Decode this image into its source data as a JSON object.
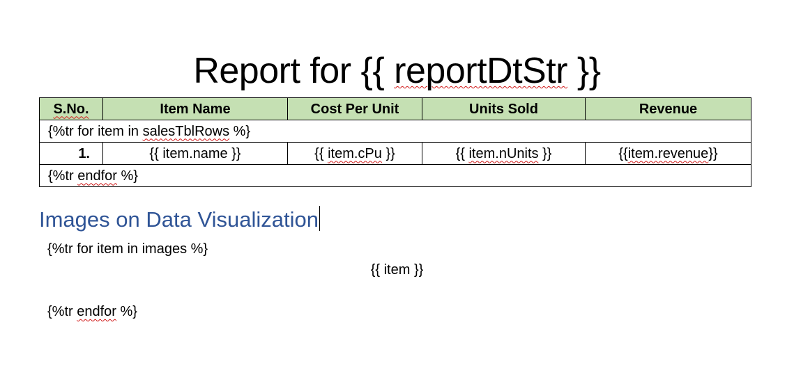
{
  "document": {
    "title_prefix": "Report for {{ ",
    "title_var": "reportDtStr",
    "title_suffix": " }}"
  },
  "sales_table": {
    "headers": [
      "S.No.",
      "Item Name",
      "Cost Per Unit",
      "Units Sold",
      "Revenue"
    ],
    "loop_start_prefix": "{%tr for item in ",
    "loop_start_var": "salesTblRows",
    "loop_start_suffix": " %}",
    "row": {
      "sno": "1.",
      "name_prefix": "{{ ",
      "name_var": "item.name",
      "name_suffix": " }}",
      "cpu_prefix": "{{ ",
      "cpu_var": "item.cPu",
      "cpu_suffix": " }}",
      "units_prefix": "{{ ",
      "units_var": "item.nUnits",
      "units_suffix": " }}",
      "revenue_prefix": "{{",
      "revenue_var": "item.revenue",
      "revenue_suffix": "}}"
    },
    "loop_end_prefix": "{%tr ",
    "loop_end_var": "endfor",
    "loop_end_suffix": " %}"
  },
  "images_section": {
    "heading": "Images on Data Visualization",
    "loop_start": "{%tr for item in images %}",
    "item_placeholder": "{{ item }}",
    "loop_end_prefix": "{%tr ",
    "loop_end_var": "endfor",
    "loop_end_suffix": " %}"
  },
  "colors": {
    "header_fill": "#c5e0b3",
    "heading_blue": "#2f5496",
    "spellcheck_red": "#d11a1a"
  }
}
